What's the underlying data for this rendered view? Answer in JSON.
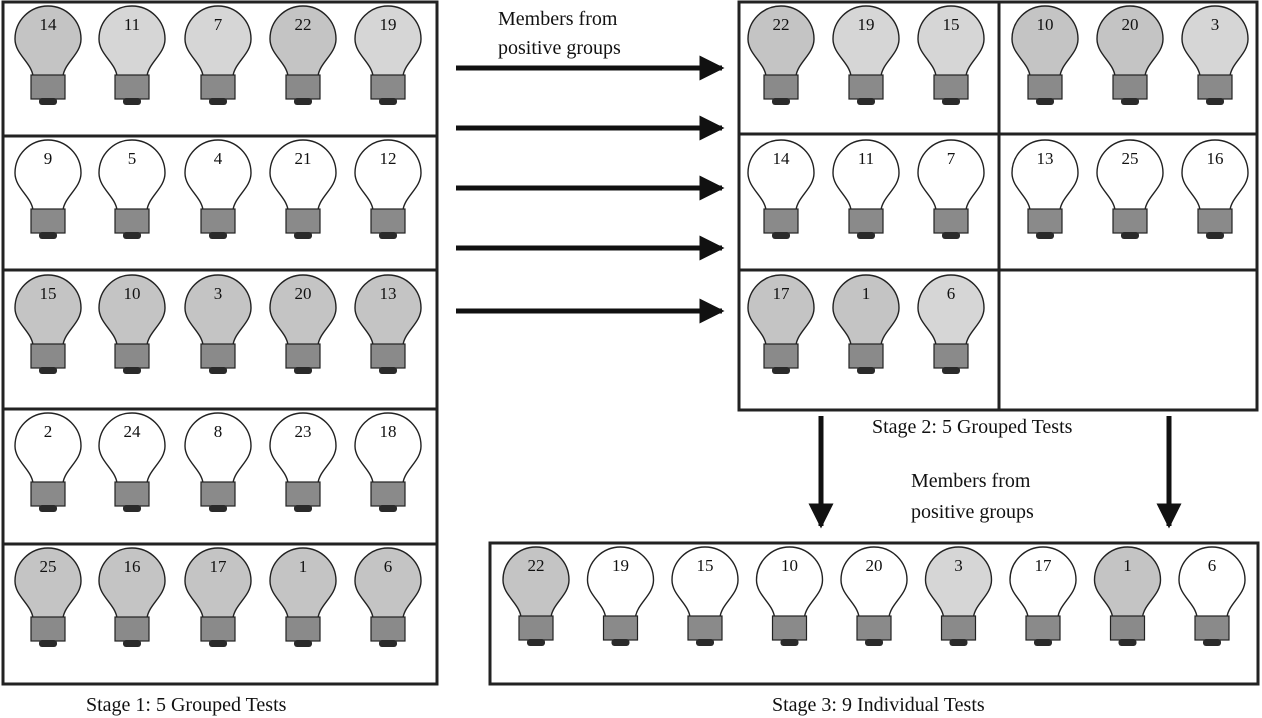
{
  "colors": {
    "positive_dark": "#c4c4c4",
    "positive_light": "#d6d6d6",
    "negative": "#ffffff",
    "base": "#8a8a8a",
    "outline": "#222222"
  },
  "stage1": {
    "caption": "Stage 1: 5 Grouped Tests",
    "groups": [
      {
        "bulbs": [
          {
            "n": "14",
            "s": "dark"
          },
          {
            "n": "11",
            "s": "light"
          },
          {
            "n": "7",
            "s": "light"
          },
          {
            "n": "22",
            "s": "dark"
          },
          {
            "n": "19",
            "s": "light"
          }
        ]
      },
      {
        "bulbs": [
          {
            "n": "9",
            "s": "neg"
          },
          {
            "n": "5",
            "s": "neg"
          },
          {
            "n": "4",
            "s": "neg"
          },
          {
            "n": "21",
            "s": "neg"
          },
          {
            "n": "12",
            "s": "neg"
          }
        ]
      },
      {
        "bulbs": [
          {
            "n": "15",
            "s": "dark"
          },
          {
            "n": "10",
            "s": "dark"
          },
          {
            "n": "3",
            "s": "dark"
          },
          {
            "n": "20",
            "s": "dark"
          },
          {
            "n": "13",
            "s": "dark"
          }
        ]
      },
      {
        "bulbs": [
          {
            "n": "2",
            "s": "neg"
          },
          {
            "n": "24",
            "s": "neg"
          },
          {
            "n": "8",
            "s": "neg"
          },
          {
            "n": "23",
            "s": "neg"
          },
          {
            "n": "18",
            "s": "neg"
          }
        ]
      },
      {
        "bulbs": [
          {
            "n": "25",
            "s": "dark"
          },
          {
            "n": "16",
            "s": "dark"
          },
          {
            "n": "17",
            "s": "dark"
          },
          {
            "n": "1",
            "s": "dark"
          },
          {
            "n": "6",
            "s": "dark"
          }
        ]
      }
    ]
  },
  "arrow_label_top": [
    "Members from",
    "positive groups"
  ],
  "stage2": {
    "caption": "Stage 2: 5 Grouped Tests",
    "groups": [
      {
        "bulbs": [
          {
            "n": "22",
            "s": "dark"
          },
          {
            "n": "19",
            "s": "light"
          },
          {
            "n": "15",
            "s": "light"
          }
        ]
      },
      {
        "bulbs": [
          {
            "n": "10",
            "s": "dark"
          },
          {
            "n": "20",
            "s": "dark"
          },
          {
            "n": "3",
            "s": "light"
          }
        ]
      },
      {
        "bulbs": [
          {
            "n": "14",
            "s": "neg"
          },
          {
            "n": "11",
            "s": "neg"
          },
          {
            "n": "7",
            "s": "neg"
          }
        ]
      },
      {
        "bulbs": [
          {
            "n": "13",
            "s": "neg"
          },
          {
            "n": "25",
            "s": "neg"
          },
          {
            "n": "16",
            "s": "neg"
          }
        ]
      },
      {
        "bulbs": [
          {
            "n": "17",
            "s": "dark"
          },
          {
            "n": "1",
            "s": "dark"
          },
          {
            "n": "6",
            "s": "light"
          }
        ]
      }
    ]
  },
  "arrow_label_bottom": [
    "Members from",
    "positive groups"
  ],
  "stage3": {
    "caption": "Stage 3: 9 Individual Tests",
    "bulbs": [
      {
        "n": "22",
        "s": "dark"
      },
      {
        "n": "19",
        "s": "neg"
      },
      {
        "n": "15",
        "s": "neg"
      },
      {
        "n": "10",
        "s": "neg"
      },
      {
        "n": "20",
        "s": "neg"
      },
      {
        "n": "3",
        "s": "light"
      },
      {
        "n": "17",
        "s": "neg"
      },
      {
        "n": "1",
        "s": "dark"
      },
      {
        "n": "6",
        "s": "neg"
      }
    ]
  }
}
